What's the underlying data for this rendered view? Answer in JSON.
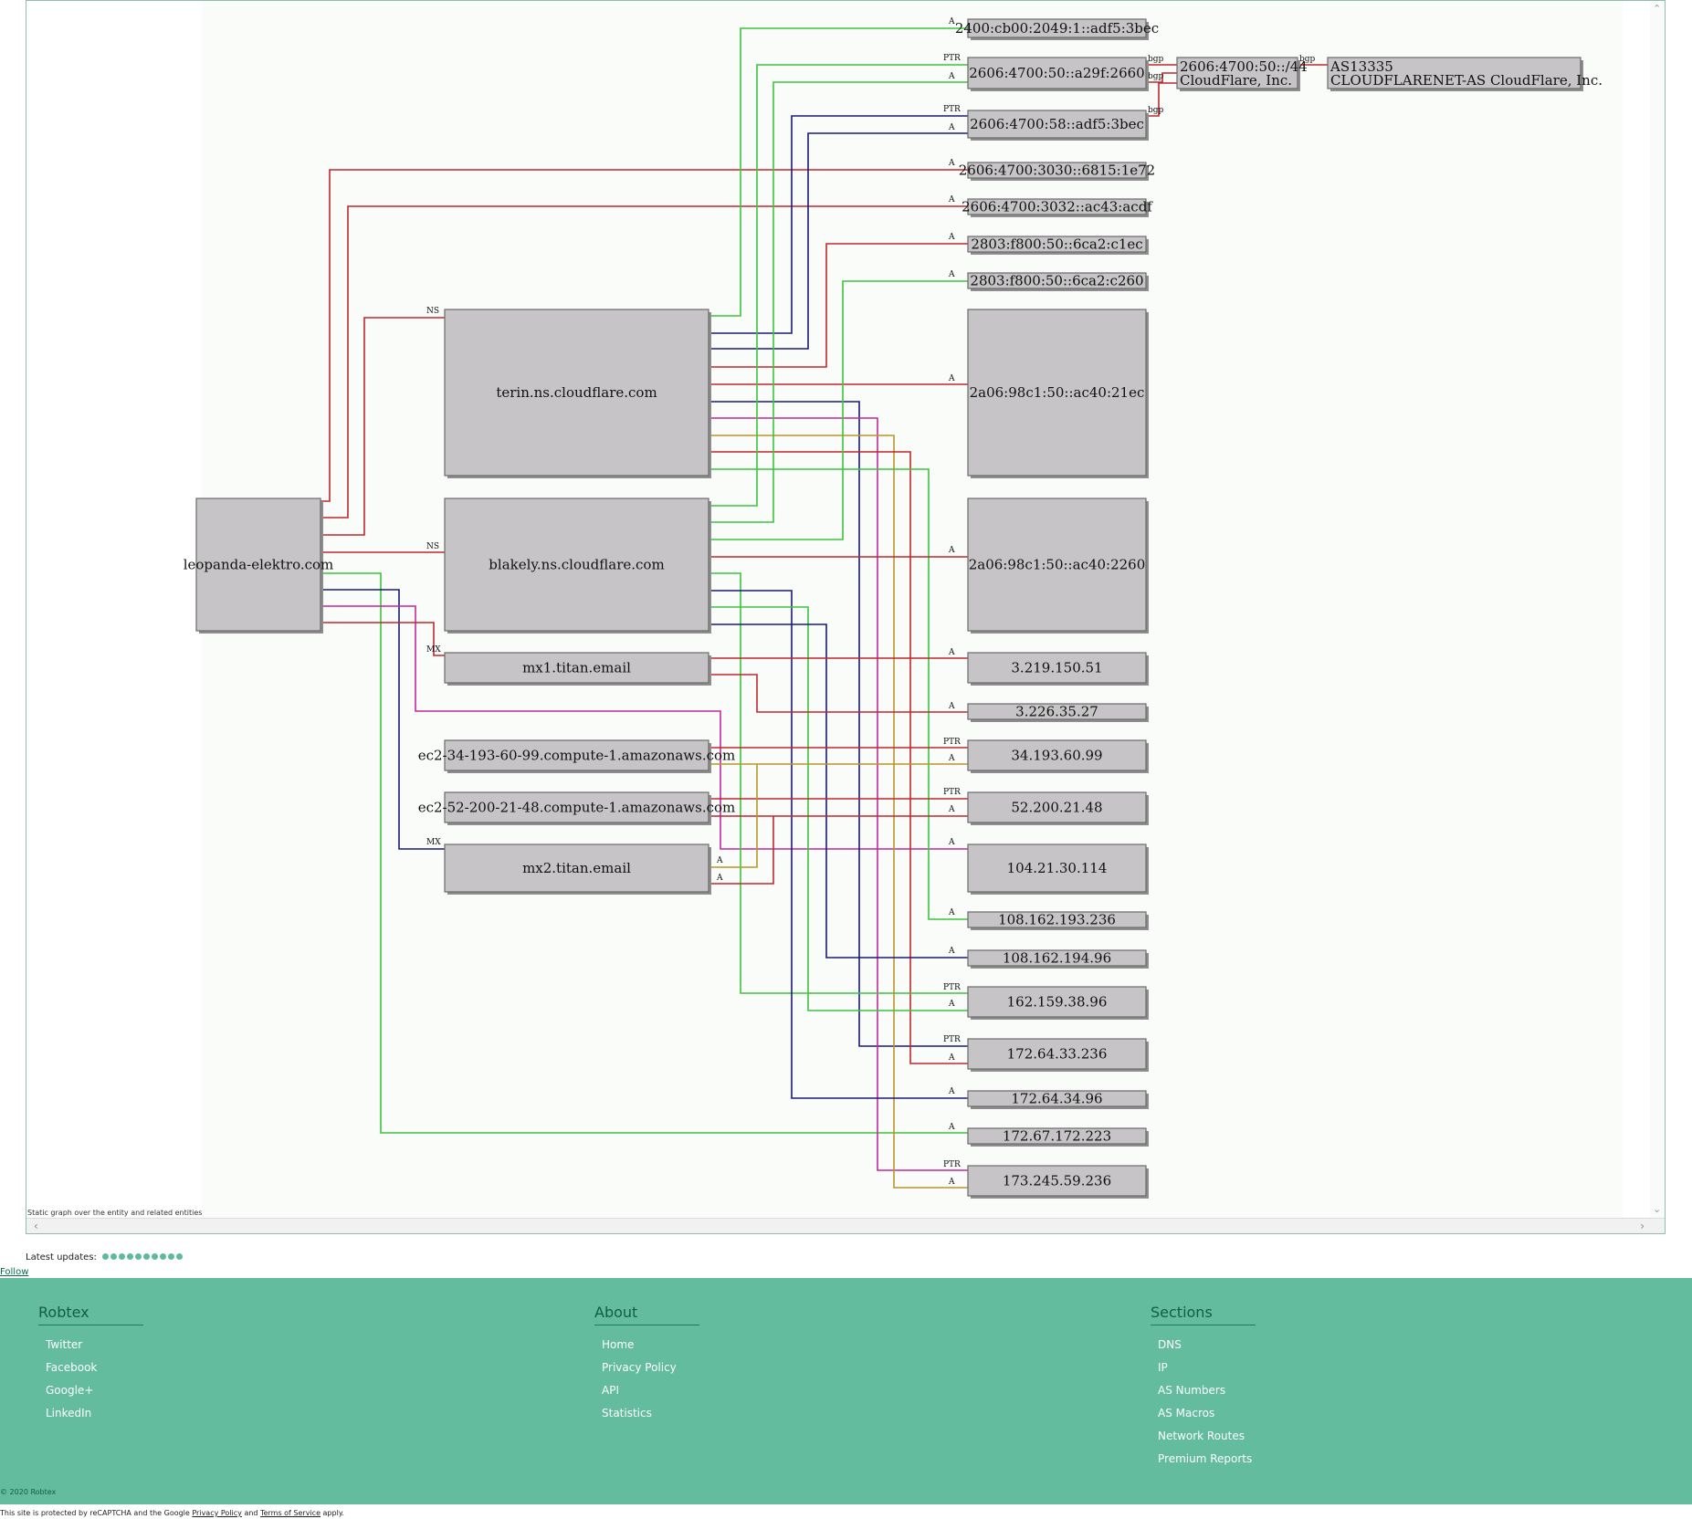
{
  "graph": {
    "caption": "Static graph over the entity and related entities",
    "nodes": [
      {
        "id": "root",
        "label": "leopanda-elektro.com"
      },
      {
        "id": "terin",
        "label": "terin.ns.cloudflare.com"
      },
      {
        "id": "blakely",
        "label": "blakely.ns.cloudflare.com"
      },
      {
        "id": "mx1",
        "label": "mx1.titan.email"
      },
      {
        "id": "ec2a",
        "label": "ec2-34-193-60-99.compute-1.amazonaws.com"
      },
      {
        "id": "ec2b",
        "label": "ec2-52-200-21-48.compute-1.amazonaws.com"
      },
      {
        "id": "mx2",
        "label": "mx2.titan.email"
      },
      {
        "id": "ip6a",
        "label": "2400:cb00:2049:1::adf5:3bec"
      },
      {
        "id": "ip6b",
        "label": "2606:4700:50::a29f:2660"
      },
      {
        "id": "ip6c",
        "label": "2606:4700:58::adf5:3bec"
      },
      {
        "id": "ip6d",
        "label": "2606:4700:3030::6815:1e72"
      },
      {
        "id": "ip6e",
        "label": "2606:4700:3032::ac43:acdf"
      },
      {
        "id": "ip6f",
        "label": "2803:f800:50::6ca2:c1ec"
      },
      {
        "id": "ip6g",
        "label": "2803:f800:50::6ca2:c260"
      },
      {
        "id": "ip6h",
        "label": "2a06:98c1:50::ac40:21ec"
      },
      {
        "id": "ip6i",
        "label": "2a06:98c1:50::ac40:2260"
      },
      {
        "id": "v4a",
        "label": "3.219.150.51"
      },
      {
        "id": "v4b",
        "label": "3.226.35.27"
      },
      {
        "id": "v4c",
        "label": "34.193.60.99"
      },
      {
        "id": "v4d",
        "label": "52.200.21.48"
      },
      {
        "id": "v4e",
        "label": "104.21.30.114"
      },
      {
        "id": "v4f",
        "label": "108.162.193.236"
      },
      {
        "id": "v4g",
        "label": "108.162.194.96"
      },
      {
        "id": "v4h",
        "label": "162.159.38.96"
      },
      {
        "id": "v4i",
        "label": "172.64.33.236"
      },
      {
        "id": "v4j",
        "label": "172.64.34.96"
      },
      {
        "id": "v4k",
        "label": "172.67.172.223"
      },
      {
        "id": "v4l",
        "label": "173.245.59.236"
      },
      {
        "id": "route",
        "label": "2606:4700:50::/44",
        "label2": "CloudFlare, Inc."
      },
      {
        "id": "asn",
        "label": "AS13335",
        "label2": "CLOUDFLARENET-AS CloudFlare, Inc."
      }
    ],
    "edge_labels": {
      "a": "A",
      "ns": "NS",
      "mx": "MX",
      "ptr": "PTR",
      "bgp": "bgp"
    },
    "colors": {
      "red": "#c0272d",
      "green": "#3cc43c",
      "navy": "#1a1a7a",
      "magenta": "#c02a9e",
      "gold": "#b8952a",
      "node_fill": "#c6c4c6"
    }
  },
  "updates": {
    "label": "Latest updates:",
    "count": 10
  },
  "follow": "Follow",
  "footer": {
    "columns": [
      {
        "title": "Robtex",
        "links": [
          "Twitter",
          "Facebook",
          "Google+",
          "LinkedIn"
        ]
      },
      {
        "title": "About",
        "links": [
          "Home",
          "Privacy Policy",
          "API",
          "Statistics"
        ]
      },
      {
        "title": "Sections",
        "links": [
          "DNS",
          "IP",
          "AS Numbers",
          "AS Macros",
          "Network Routes",
          "Premium Reports"
        ]
      }
    ],
    "copyright": "© 2020 Robtex"
  },
  "recaptcha": {
    "prefix": "This site is protected by reCAPTCHA and the Google",
    "privacy": "Privacy Policy",
    "and": "and",
    "terms": "Terms of Service",
    "suffix": "apply."
  }
}
